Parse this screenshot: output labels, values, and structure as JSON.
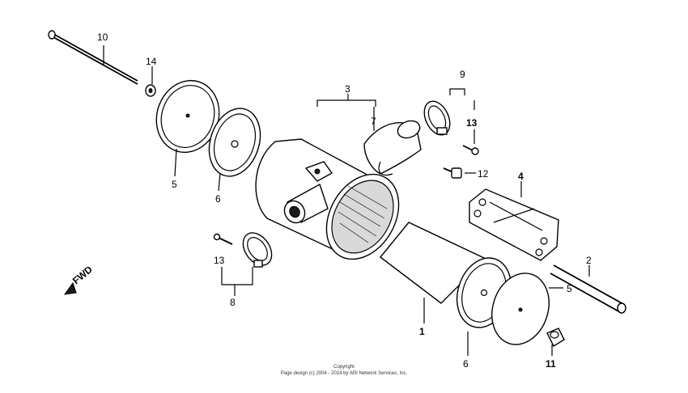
{
  "diagram": {
    "callouts": {
      "c1": "1",
      "c2": "2",
      "c3": "3",
      "c4": "4",
      "c5a": "5",
      "c5b": "5",
      "c6a": "6",
      "c6b": "6",
      "c7": "7",
      "c8": "8",
      "c9": "9",
      "c10": "10",
      "c11": "11",
      "c12": "12",
      "c13a": "13",
      "c13b": "13",
      "c14": "14"
    },
    "fwd_label": "FWD"
  },
  "footer": {
    "copyright_line1": "Copyright",
    "copyright_line2": "Page design (c) 2004 - 2014 by ARI Network Services, Inc."
  }
}
